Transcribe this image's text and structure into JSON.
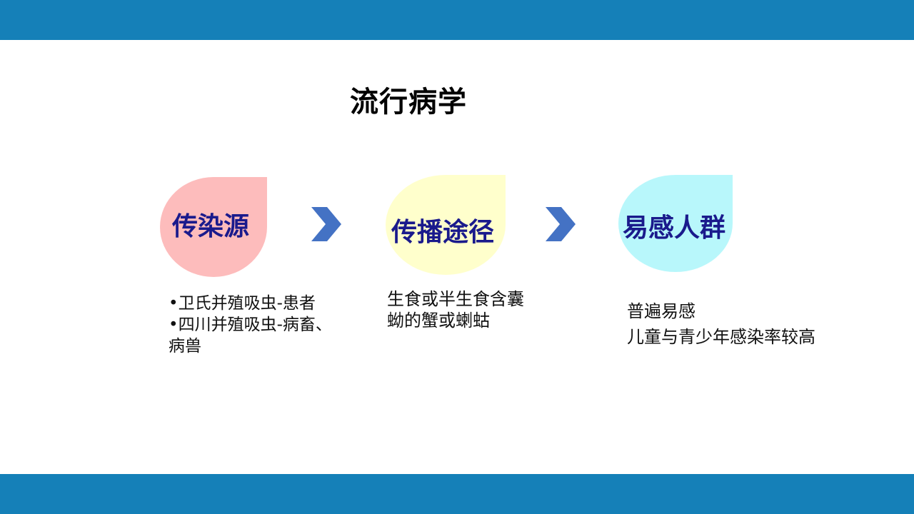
{
  "title": "流行病学",
  "steps": [
    {
      "label": "传染源",
      "color": "#fdbcbc",
      "lines": [
        "•卫氏并殖吸虫-患者",
        "•四川并殖吸虫-病畜、",
        "病兽"
      ]
    },
    {
      "label": "传播途径",
      "color": "#ffffcc",
      "lines": [
        "生食或半生食含囊",
        "蚴的蟹或蝲蛄"
      ]
    },
    {
      "label": "易感人群",
      "color": "#b8f7fb",
      "lines": [
        "普遍易感",
        "儿童与青少年感染率较高"
      ]
    }
  ],
  "arrow_icon": "chevron-right-icon",
  "colors": {
    "band": "#1580b8",
    "label_text": "#1a1a8c",
    "arrow": "#4472c4"
  }
}
